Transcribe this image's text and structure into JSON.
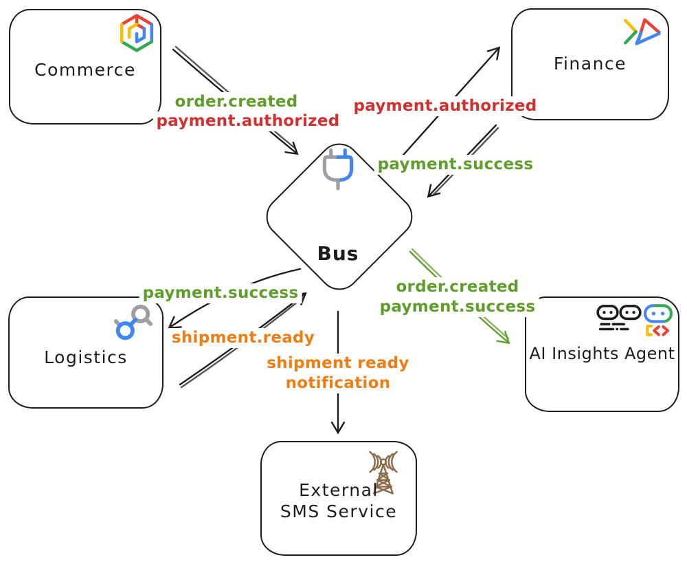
{
  "colors": {
    "ink": "#1c1c1c",
    "green": "#5f9e2b",
    "red": "#d13030",
    "orange": "#ec7e15",
    "brown": "#8c6d4b",
    "gblue": "#4285f4",
    "gred": "#ea4335",
    "gyellow": "#fbbc05",
    "ggreen": "#34a853",
    "ggray": "#9aa0a6"
  },
  "nodes": {
    "commerce": {
      "label": "Commerce",
      "icon": "hexagon-cube"
    },
    "finance": {
      "label": "Finance",
      "icon": "double-chevron-arrow"
    },
    "bus": {
      "label": "Bus",
      "icon": "power-plug"
    },
    "logistics": {
      "label": "Logistics",
      "icon": "linked-nodes"
    },
    "ai_agent": {
      "label": "AI Insights Agent",
      "icons": [
        "chat-agents",
        "robot-code"
      ]
    },
    "sms": {
      "line1": "External",
      "line2": "SMS Service",
      "icon": "radio-tower"
    }
  },
  "edge_labels": {
    "commerce_bus_event1": "order.created",
    "commerce_bus_event2": "payment.authorized",
    "bus_finance_event": "payment.authorized",
    "finance_bus_event": "payment.success",
    "bus_logistics_event": "payment.success",
    "logistics_bus_event": "shipment.ready",
    "bus_sms_line1": "shipment ready",
    "bus_sms_line2": "notification",
    "bus_ai_event1": "order.created",
    "bus_ai_event2": "payment.success"
  }
}
